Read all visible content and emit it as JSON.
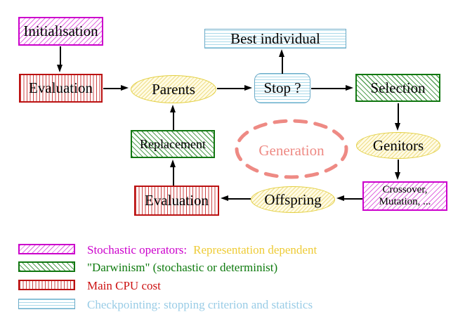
{
  "diagram": {
    "nodes": {
      "initialisation": {
        "label": "Initialisation"
      },
      "evaluation_top": {
        "label": "Evaluation"
      },
      "best_individual": {
        "label": "Best individual"
      },
      "stop": {
        "label": "Stop ?"
      },
      "selection": {
        "label": "Selection"
      },
      "parents": {
        "label": "Parents"
      },
      "genitors": {
        "label": "Genitors"
      },
      "crossover": {
        "line1": "Crossover,",
        "line2": "Mutation, ..."
      },
      "offspring": {
        "label": "Offspring"
      },
      "evaluation_bottom": {
        "label": "Evaluation"
      },
      "replacement": {
        "label": "Replacement"
      },
      "generation": {
        "label": "Generation"
      }
    },
    "legend": {
      "items": [
        {
          "primary": "Stochastic operators:",
          "secondary": "Representation dependent"
        },
        {
          "primary": "\"Darwinism\" (stochastic or determinist)"
        },
        {
          "primary": "Main CPU cost"
        },
        {
          "primary": "Checkpointing: stopping criterion and statistics"
        }
      ]
    },
    "colors": {
      "stochastic_operators": "#cc00cc",
      "representation_dependent": "#eecb35",
      "darwinism": "#0e7a0e",
      "cpu_cost": "#cc1111",
      "checkpointing": "#99cce6",
      "generation_cycle": "#ee8a84",
      "population_ellipse": "#e3cf3e",
      "arrow": "#000000"
    }
  }
}
